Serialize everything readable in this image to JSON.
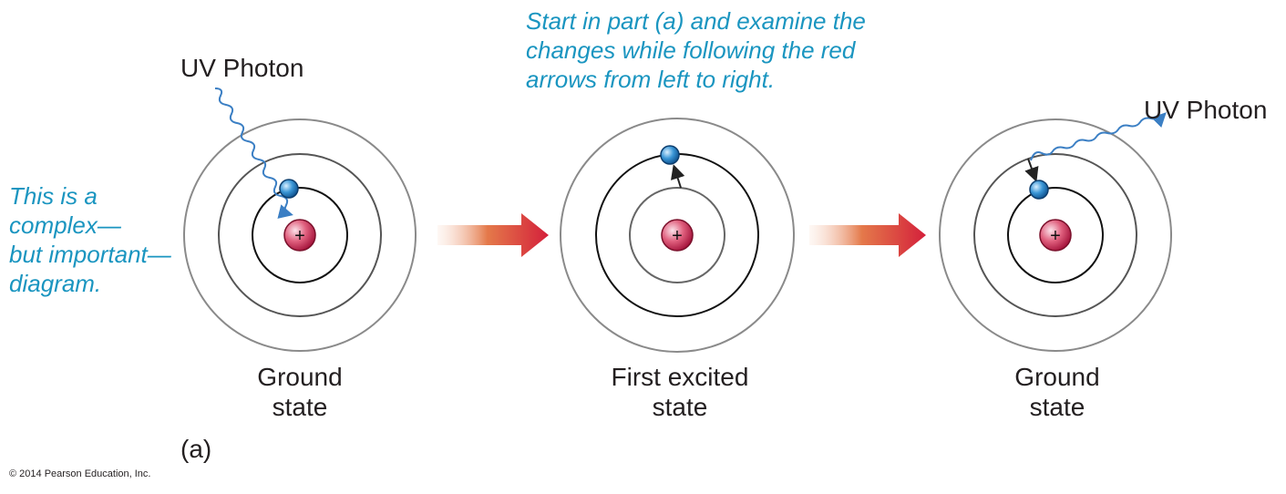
{
  "photon_label_in": "UV Photon",
  "photon_label_out": "UV Photon",
  "instruction_note": [
    "Start in part (a) and examine the",
    "changes while following the red",
    "arrows from left to right."
  ],
  "side_note": [
    "This is a",
    "complex—",
    "but important—",
    "diagram."
  ],
  "atoms": [
    {
      "label_line1": "Ground",
      "label_line2": "state",
      "nucleus_symbol": "+"
    },
    {
      "label_line1": "First excited",
      "label_line2": "state",
      "nucleus_symbol": "+"
    },
    {
      "label_line1": "Ground",
      "label_line2": "state",
      "nucleus_symbol": "+"
    }
  ],
  "part_label": "(a)",
  "copyright": "© 2014 Pearson Education, Inc.",
  "colors": {
    "note": "#1a95c0",
    "photon": "#3b7fc4",
    "arrow": "#d7263d",
    "nucleus": "#d23a5e",
    "electron": "#2a86c8"
  }
}
